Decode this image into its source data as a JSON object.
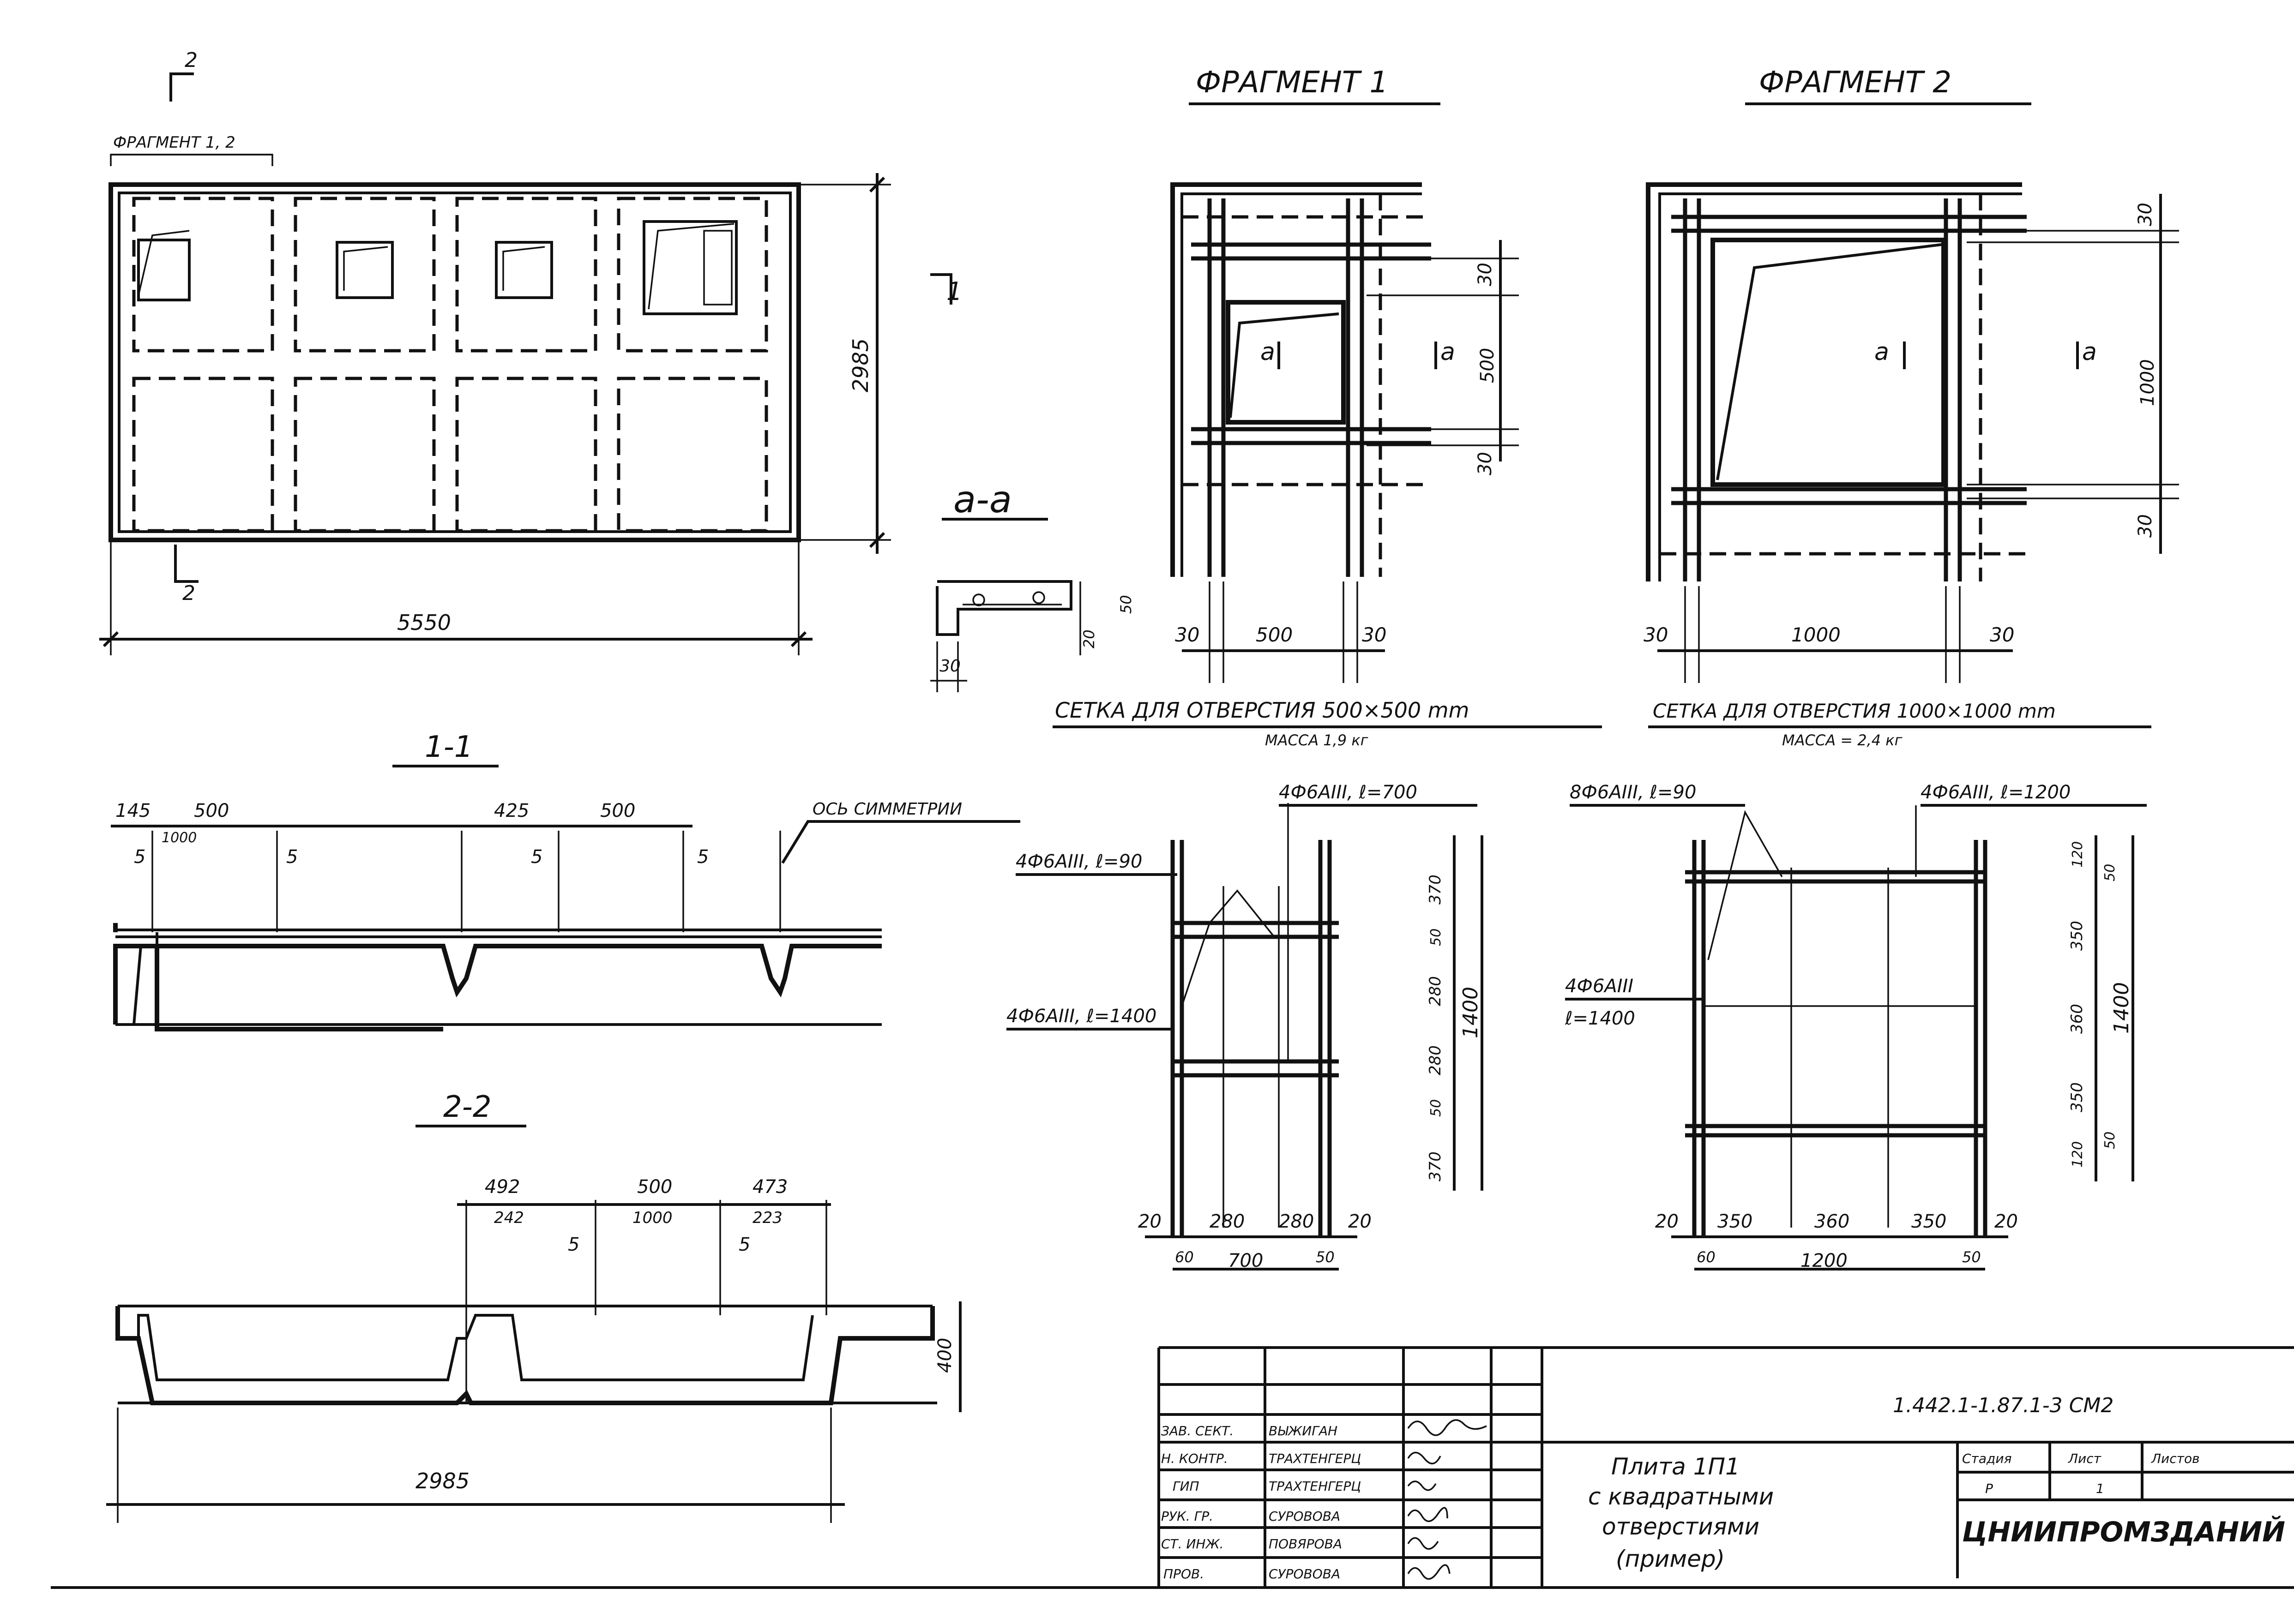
{
  "plan": {
    "section_mark_top": "2",
    "section_mark_bottom": "2",
    "section_mark_right": "1",
    "fragment_label": "ФРАГМЕНТ 1, 2",
    "dim_length": "5550",
    "dim_width": "2985"
  },
  "section_aa": {
    "title": "а-а",
    "dim_30": "30",
    "dim_20": "20",
    "dim_50": "50"
  },
  "fragment1": {
    "title": "ФРАГМЕНТ 1",
    "dims_bottom": [
      "30",
      "500",
      "30"
    ],
    "dims_right": [
      "30",
      "500",
      "30"
    ],
    "cut_marks": [
      "а",
      "а"
    ],
    "mesh_title": "СЕТКА ДЛЯ ОТВЕРСТИЯ 500×500 mm",
    "mesh_mass": "МАССА 1,9 кг"
  },
  "fragment2": {
    "title": "ФРАГМЕНТ 2",
    "dims_bottom": [
      "30",
      "1000",
      "30"
    ],
    "dims_right": [
      "30",
      "1000",
      "30"
    ],
    "cut_marks": [
      "а",
      "а"
    ],
    "mesh_title": "СЕТКА ДЛЯ ОТВЕРСТИЯ 1000×1000 mm",
    "mesh_mass": "МАССА = 2,4 кг"
  },
  "section11": {
    "title": "1-1",
    "axis_label": "ОСЬ СИММЕТРИИ",
    "dims": [
      "145",
      "500",
      "1000",
      "425",
      "500",
      "5",
      "5",
      "5",
      "5"
    ]
  },
  "section22": {
    "title": "2-2",
    "dims_top": [
      "492",
      "242",
      "500",
      "1000",
      "473",
      "223"
    ],
    "dim_5a": "5",
    "dim_5b": "5",
    "dim_height": "400",
    "dim_width": "2985"
  },
  "mesh1": {
    "bar_top": "4Ф6АIII, ℓ=700",
    "bar_left": "4Ф6АIII, ℓ=90",
    "bar_long": "4Ф6АIII, ℓ=1400",
    "dims_right": [
      "370",
      "50",
      "280",
      "280",
      "50",
      "370"
    ],
    "dim_total": "1400",
    "dims_bottom": [
      "20",
      "280",
      "280",
      "20"
    ],
    "dims_bottom2": [
      "60",
      "700",
      "50"
    ]
  },
  "mesh2": {
    "bar_top_left": "8Ф6АIII, ℓ=90",
    "bar_top_right": "4Ф6АIII, ℓ=1200",
    "bar_left": "4Ф6АIII",
    "bar_left2": "ℓ=1400",
    "dims_right": [
      "120",
      "50",
      "350",
      "360",
      "350",
      "50",
      "120"
    ],
    "dim_total": "1400",
    "dims_bottom": [
      "20",
      "350",
      "360",
      "350",
      "20"
    ],
    "dims_bottom2": [
      "60",
      "1200",
      "50"
    ]
  },
  "title_block": {
    "roles": [
      "ЗАВ. СЕКТ.",
      "Н. КОНТР.",
      "ГИП",
      "РУК. ГР.",
      "СТ. ИНЖ.",
      "ПРОВ."
    ],
    "names": [
      "ВЫЖИГАН",
      "ТРАХТЕНГЕРЦ",
      "ТРАХТЕНГЕРЦ",
      "СУРОВОВА",
      "ПОВЯРОВА",
      "СУРОВОВА"
    ],
    "doc_code": "1.442.1-1.87.1-3 СМ2",
    "title_line1": "Плита 1П1",
    "title_line2": "с квадратными",
    "title_line3": "отверстиями",
    "title_line4": "(пример)",
    "stage_header": "Стадия",
    "sheet_header": "Лист",
    "sheets_header": "Листов",
    "stage": "Р",
    "sheet": "1",
    "org": "ЦНИИПРОМЗДАНИЙ"
  }
}
